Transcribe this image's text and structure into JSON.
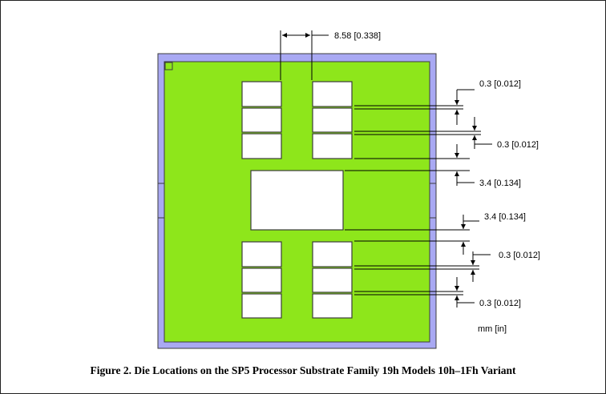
{
  "caption": "Figure 2. Die Locations on the SP5 Processor Substrate Family 19h Models 10h–1Fh Variant",
  "units_label": "mm [in]",
  "dimensions": {
    "top_spacing": "8.58 [0.338]",
    "top_gap_1": "0.3 [0.012]",
    "top_gap_2": "0.3 [0.012]",
    "upper_io_gap": "3.4 [0.134]",
    "lower_io_gap": "3.4 [0.134]",
    "bottom_gap_1": "0.3 [0.012]",
    "bottom_gap_2": "0.3 [0.012]"
  },
  "colors": {
    "substrate_frame": "#a9a9f3",
    "die_area": "#8ee61b",
    "die": "#ffffff",
    "outline": "#3c3c3c"
  }
}
